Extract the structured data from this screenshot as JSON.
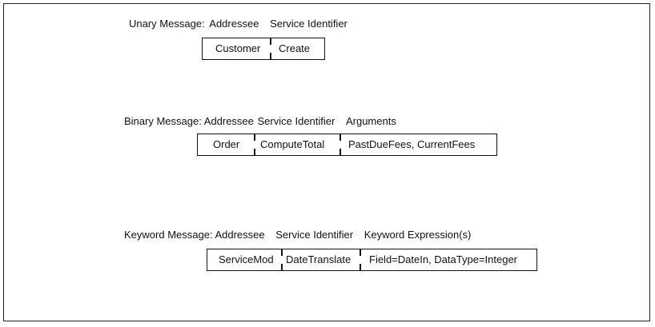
{
  "unary": {
    "title": "Unary Message:",
    "headers": [
      "Addressee",
      "Service Identifier"
    ],
    "cells": [
      "Customer",
      "Create"
    ]
  },
  "binary": {
    "title": "Binary Message:",
    "headers": [
      "Addressee",
      "Service Identifier",
      "Arguments"
    ],
    "cells": [
      "Order",
      "ComputeTotal",
      "PastDueFees, CurrentFees"
    ]
  },
  "keyword": {
    "title": "Keyword Message:",
    "headers": [
      "Addressee",
      "Service Identifier",
      "Keyword Expression(s)"
    ],
    "cells": [
      "ServiceMod",
      "DateTranslate",
      "Field=DateIn, DataType=Integer"
    ]
  }
}
